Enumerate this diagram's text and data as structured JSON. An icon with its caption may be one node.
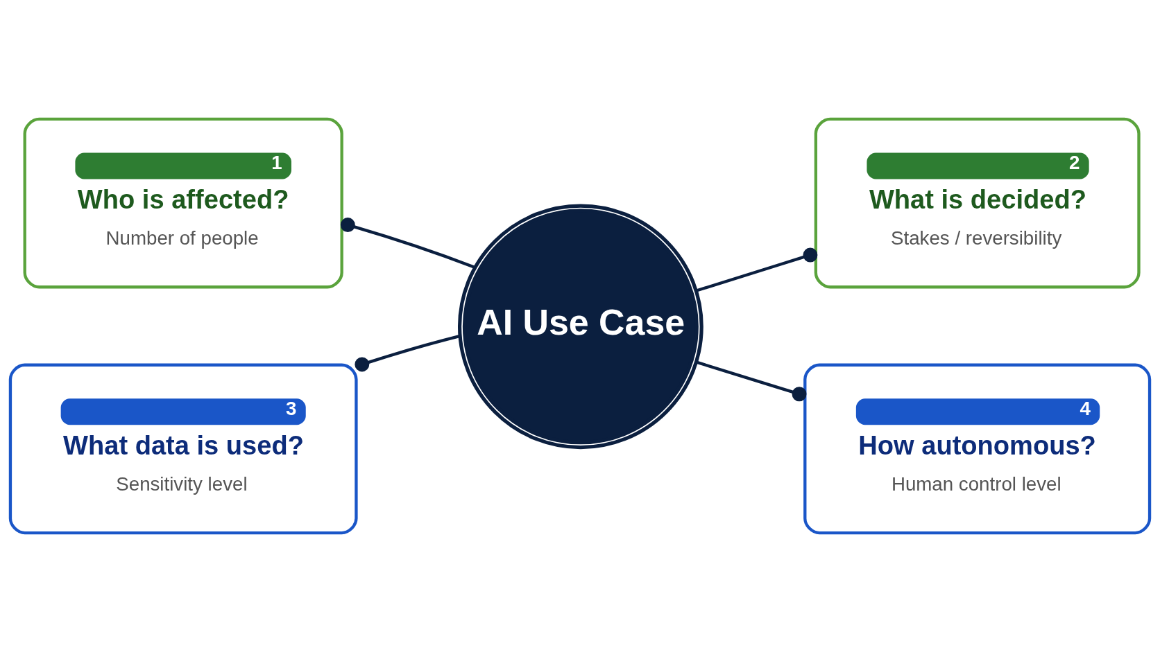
{
  "diagram": {
    "nodes": [
      {
        "text": [
          "AI Use Case"
        ]
      },
      {
        "text": [
          "1",
          "Who is affected?",
          "Number of people"
        ]
      },
      {
        "text": [
          "2",
          "What is decided?",
          "Stakes / reversibility"
        ]
      },
      {
        "text": [
          "3",
          "What data is used?",
          "Sensitivity level"
        ]
      },
      {
        "text": [
          "4",
          "How autonomous?",
          "Human control level"
        ]
      }
    ],
    "edges": [
      {
        "from": 0,
        "to": 1,
        "arrow": "other"
      },
      {
        "from": 0,
        "to": 2,
        "arrow": "other"
      },
      {
        "from": 0,
        "to": 3,
        "arrow": "other"
      },
      {
        "from": 0,
        "to": 4,
        "arrow": "other"
      }
    ]
  }
}
